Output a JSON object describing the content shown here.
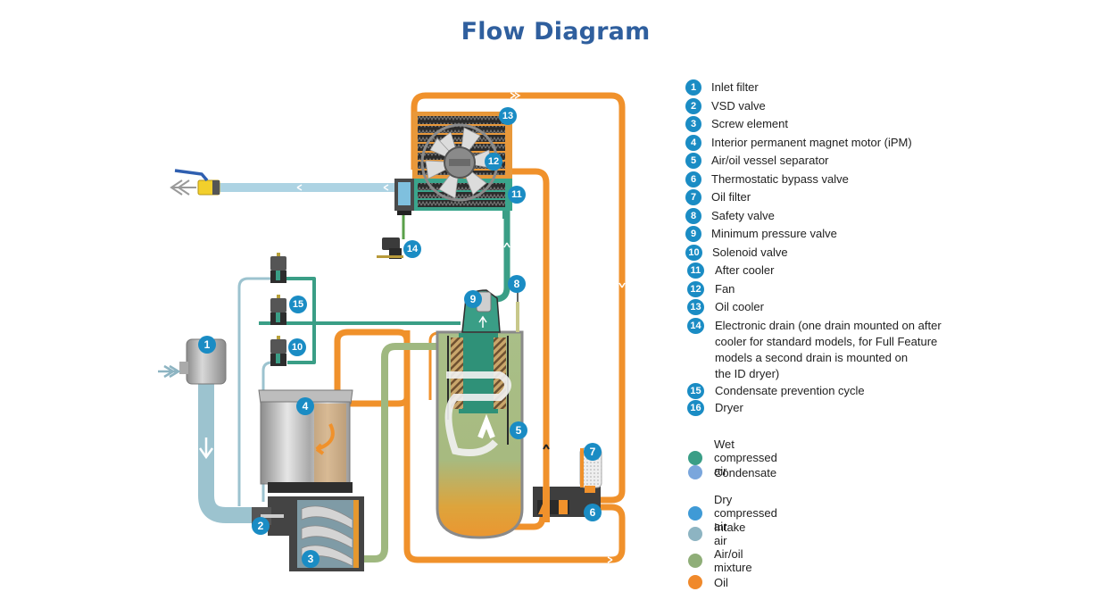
{
  "title": "Flow Diagram",
  "components": [
    {
      "number": "1",
      "label": "Inlet filter"
    },
    {
      "number": "2",
      "label": "VSD valve"
    },
    {
      "number": "3",
      "label": "Screw element"
    },
    {
      "number": "4",
      "label": "Interior permanent magnet motor (iPM)"
    },
    {
      "number": "5",
      "label": "Air/oil vessel separator"
    },
    {
      "number": "6",
      "label": "Thermostatic bypass valve"
    },
    {
      "number": "7",
      "label": "Oil filter"
    },
    {
      "number": "8",
      "label": "Safety valve"
    },
    {
      "number": "9",
      "label": "Minimum pressure valve"
    },
    {
      "number": "10",
      "label": "Solenoid valve"
    },
    {
      "number": "11",
      "label": "After cooler"
    },
    {
      "number": "12",
      "label": "Fan"
    },
    {
      "number": "13",
      "label": "Oil cooler"
    },
    {
      "number": "14",
      "label": "Electronic drain (one drain mounted on after",
      "continuation": [
        "cooler for standard models, for Full Feature",
        "models a second drain is mounted on",
        "the ID dryer)"
      ]
    },
    {
      "number": "15",
      "label": "Condensate prevention cycle"
    },
    {
      "number": "16",
      "label": "Dryer"
    }
  ],
  "flows": [
    {
      "label": "Wet compressed air",
      "color": "#3a9e86"
    },
    {
      "label": "Condensate",
      "color": "#7aa6dc"
    },
    {
      "label": "Dry compressed air",
      "color": "#3f9ad6"
    },
    {
      "label": "Intake air",
      "color": "#8db4c2"
    },
    {
      "label": "Air/oil mixture",
      "color": "#8fae78"
    },
    {
      "label": "Oil",
      "color": "#f0892b"
    }
  ],
  "colors": {
    "title": "#2f5f9e",
    "badge": "#1a8cc4",
    "oil_pipe": "#f0912b",
    "wet_air_pipe": "#3a9e86",
    "intake_pipe": "#9cc3cf",
    "dry_air_pipe": "#add3e3",
    "mixture_pipe": "#9fb880",
    "housing": "#4a4a4a"
  },
  "badges": {
    "b1": "1",
    "b2": "2",
    "b3": "3",
    "b4": "4",
    "b5": "5",
    "b6": "6",
    "b7": "7",
    "b8": "8",
    "b9": "9",
    "b10": "10",
    "b11": "11",
    "b12": "12",
    "b13": "13",
    "b14": "14",
    "b15": "15"
  }
}
